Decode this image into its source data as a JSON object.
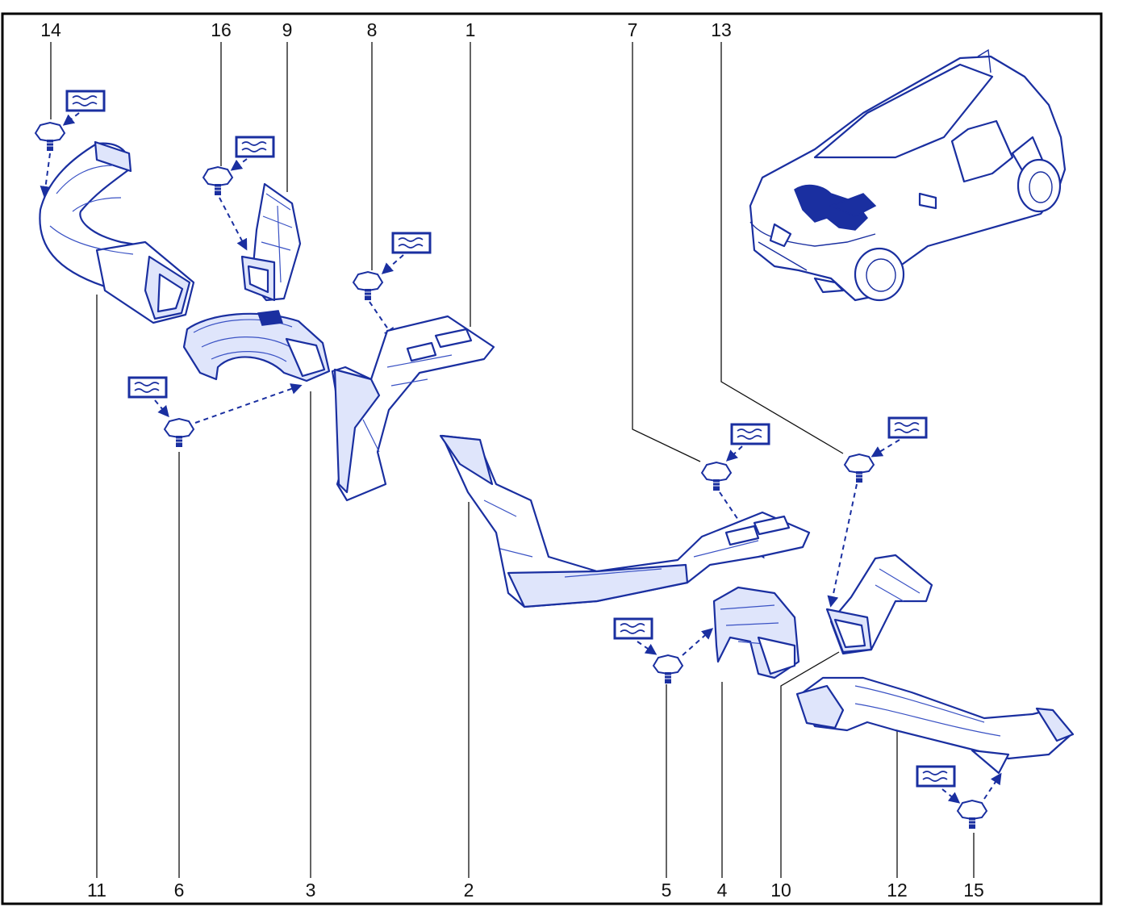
{
  "callouts": {
    "top": [
      "14",
      "16",
      "9",
      "8",
      "1",
      "7",
      "13"
    ],
    "bottom": [
      "11",
      "6",
      "3",
      "2",
      "5",
      "4",
      "10",
      "12",
      "15"
    ]
  },
  "colors": {
    "line": "#1a2fa0",
    "part_tint": "#dfe5fb",
    "callout_text": "#111111",
    "frame": "#000000"
  },
  "icons": {
    "lubricant_symbol": "lubricant-box-icon",
    "clip": "push-clip-icon",
    "vehicle": "vehicle-location-icon"
  }
}
